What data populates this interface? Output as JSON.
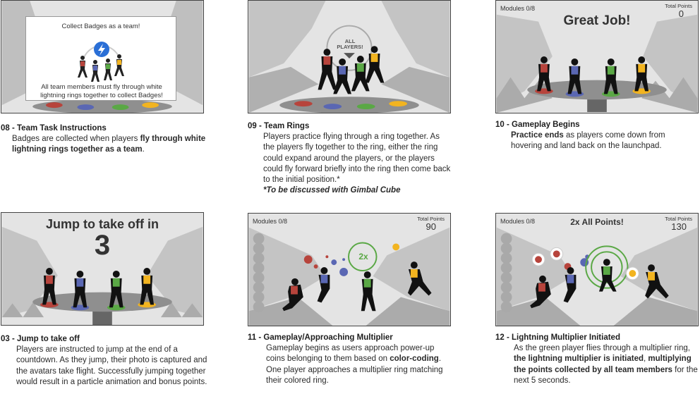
{
  "panels": [
    {
      "id": "08",
      "caption_title": "08 - Team Task Instructions",
      "caption_parts": [
        "Badges are collected when players ",
        "fly through white lightning rings together as a team",
        "."
      ],
      "dialog_top": "Collect Badges as a team!",
      "dialog_bottom": "All team members must fly through white lightning rings together to collect Badges!"
    },
    {
      "id": "09",
      "caption_title": "09 - Team Rings",
      "caption_body": "Players practice flying through a ring together. As the players fly together to the ring, either the ring could expand around the players, or the players could fly forward briefly into the ring then come back to the initial position.*",
      "caption_note": "*To be discussed with Gimbal Cube",
      "ring_label": "ALL PLAYERS!"
    },
    {
      "id": "10",
      "caption_title": "10 - Gameplay Begins",
      "caption_parts": [
        "Practice ends",
        " as players come down from hovering and land back on the launchpad."
      ],
      "modules": "Modules 0/8",
      "points_label": "Total Points",
      "points_value": "0",
      "headline": "Great Job!"
    },
    {
      "id": "03",
      "caption_title": "03 - Jump to take off",
      "caption_body": "Players are instructed to jump at the end of a countdown. As they jump, their photo is captured and the avatars take flight. Successfully jumping together would result in a particle animation and bonus points.",
      "headline": "Jump to take off in",
      "countdown": "3"
    },
    {
      "id": "11",
      "caption_title": "11 - Gameplay/Approaching Multiplier",
      "caption_parts": [
        "Gameplay begins as users approach power-up coins belonging to them based on ",
        "color-coding",
        ". One player approaches a multiplier ring matching their colored ring."
      ],
      "modules": "Modules 0/8",
      "points_label": "Total Points",
      "points_value": "90",
      "multiplier_label": "2x"
    },
    {
      "id": "12",
      "caption_title": "12 - Lightning Multiplier Initiated",
      "caption_parts": [
        "As the green player flies through a multiplier ring, ",
        "the lightning multiplier is initiated",
        ", ",
        "multiplying the points collected by all team members",
        " for the next 5 seconds."
      ],
      "modules": "Modules 0/8",
      "points_label": "Total Points",
      "points_value": "130",
      "headline": "2x All Points!"
    }
  ],
  "colors": {
    "red": "#b7443c",
    "blue": "#5a67b3",
    "green": "#5aa845",
    "yellow": "#f2b420",
    "pad": "#8f8f8f",
    "ring_green": "#5aa845"
  }
}
